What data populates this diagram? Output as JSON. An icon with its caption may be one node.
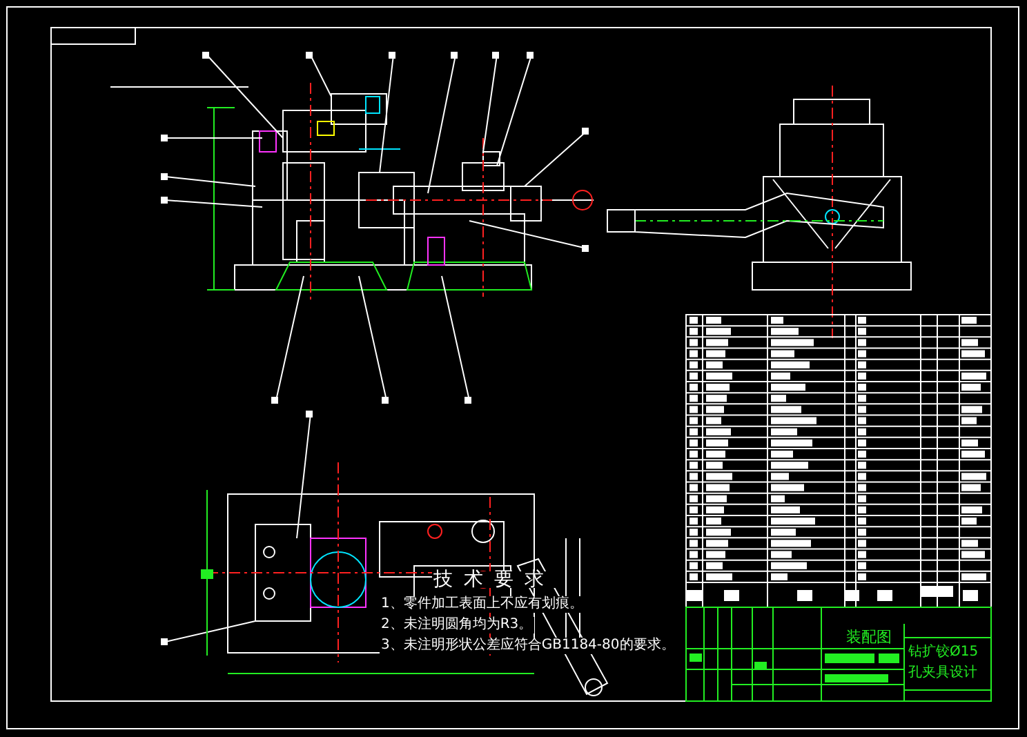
{
  "diagram": {
    "labels": [
      "技术要求",
      "1、零件加工表面上不应有划痕。",
      "2、未注明圆角均为R3。",
      "3、未注明形状公差应符合GB1184-80的要求。",
      "装配图",
      "钻扩铰Ø15孔夹具设计"
    ]
  }
}
